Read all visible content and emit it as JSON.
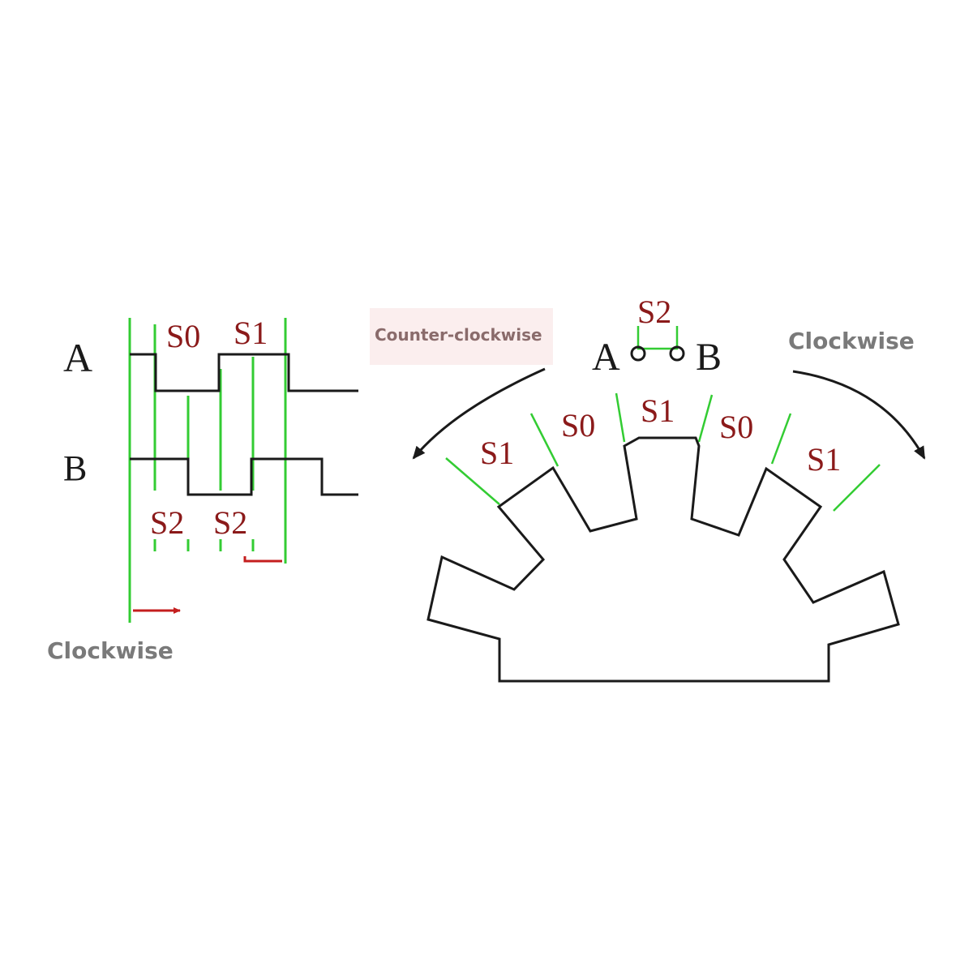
{
  "colors": {
    "wave": "#1a1a1a",
    "green": "#33cc33",
    "state_label": "#8b1a1a",
    "arrow_red": "#c41e1e",
    "direction_label": "#7a7a7a",
    "direction_label_ccw": "#8a6b6b",
    "ccw_highlight": "#fbeeee",
    "gear": "#1a1a1a"
  },
  "waveform": {
    "signal_a_label": "A",
    "signal_b_label": "B",
    "top_states": [
      "S0",
      "S1"
    ],
    "bottom_states": [
      "S2",
      "S2"
    ],
    "direction_label": "Clockwise"
  },
  "gear": {
    "sensor_a_label": "A",
    "sensor_b_label": "B",
    "sensor_gap_state": "S2",
    "ccw_label": "Counter-clockwise",
    "cw_label": "Clockwise",
    "sector_states": [
      "S1",
      "S0",
      "S1",
      "S0",
      "S1"
    ]
  }
}
